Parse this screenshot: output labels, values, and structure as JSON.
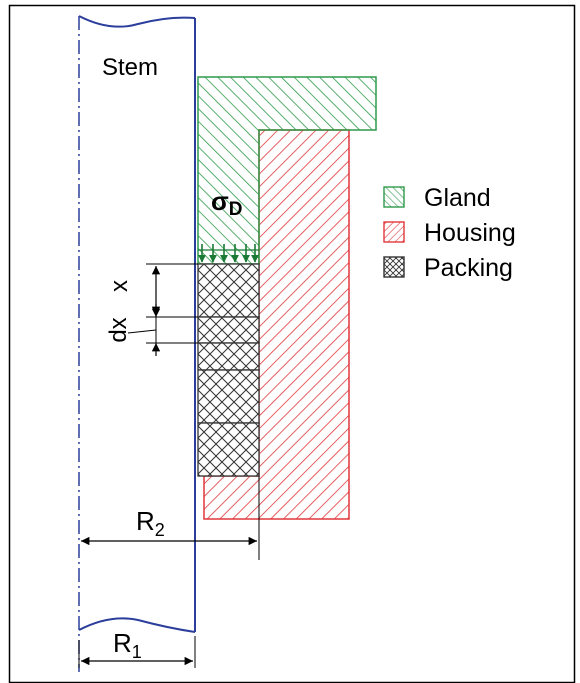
{
  "diagram": {
    "labels": {
      "stem": "Stem",
      "sigma_symbol": "σ",
      "sigma_sub": "D",
      "x": "x",
      "dx": "dx",
      "r2_main": "R",
      "r2_sub": "2",
      "r1_main": "R",
      "r1_sub": "1"
    },
    "legend": [
      {
        "label": "Gland",
        "color": "#2e9a4a",
        "pattern": "hatch-right"
      },
      {
        "label": "Housing",
        "color": "#e0373a",
        "pattern": "hatch-left"
      },
      {
        "label": "Packing",
        "color": "#333333",
        "pattern": "crosshatch"
      }
    ],
    "colors": {
      "stem_outline": "#2c3e9c",
      "centerline": "#2c3e9c",
      "gland": "#2e9a4a",
      "housing": "#e0373a",
      "packing": "#333333",
      "stress_arrows": "#1a7a35",
      "dimensions": "#000000"
    },
    "packing_ring_count": 5
  }
}
